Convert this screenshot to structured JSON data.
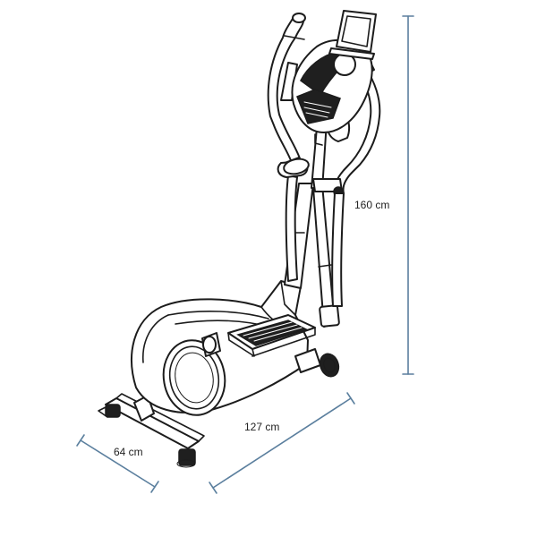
{
  "figure": {
    "subject": "elliptical-cross-trainer",
    "line_color": "#1c1c1c",
    "dimension_color": "#5b7f9e",
    "background": "#ffffff"
  },
  "dimensions": {
    "height": {
      "label": "160 cm"
    },
    "length": {
      "label": "127 cm"
    },
    "width": {
      "label": "64 cm"
    }
  }
}
